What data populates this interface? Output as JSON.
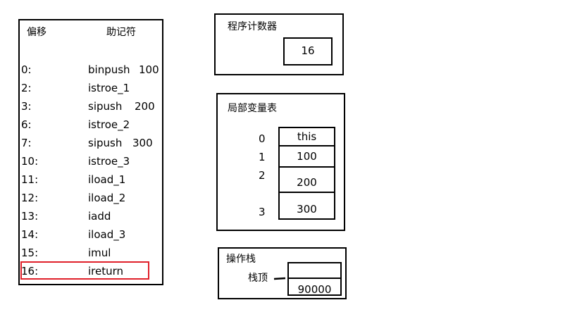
{
  "bytecode": {
    "header_offset": "偏移",
    "header_mnemonic": "助记符",
    "rows": [
      {
        "offset": "0:",
        "instr": "binpush",
        "arg": "100"
      },
      {
        "offset": "2:",
        "instr": "istroe_1",
        "arg": ""
      },
      {
        "offset": "3:",
        "instr": "sipush",
        "arg": "200"
      },
      {
        "offset": "6:",
        "instr": "istroe_2",
        "arg": ""
      },
      {
        "offset": "7:",
        "instr": "sipush",
        "arg": "300"
      },
      {
        "offset": "10:",
        "instr": "istroe_3",
        "arg": ""
      },
      {
        "offset": "11:",
        "instr": "iload_1",
        "arg": ""
      },
      {
        "offset": "12:",
        "instr": "iload_2",
        "arg": ""
      },
      {
        "offset": "13:",
        "instr": "iadd",
        "arg": ""
      },
      {
        "offset": "14:",
        "instr": "iload_3",
        "arg": ""
      },
      {
        "offset": "15:",
        "instr": "imul",
        "arg": ""
      },
      {
        "offset": "16:",
        "instr": "ireturn",
        "arg": ""
      }
    ],
    "highlight_color": "#e0202a"
  },
  "program_counter": {
    "title": "程序计数器",
    "value": "16"
  },
  "local_vars": {
    "title": "局部变量表",
    "slots": [
      {
        "index": "0",
        "value": "this"
      },
      {
        "index": "1",
        "value": "100"
      },
      {
        "index": "2",
        "value": "200"
      },
      {
        "index": "3",
        "value": "300"
      }
    ]
  },
  "operand_stack": {
    "title": "操作栈",
    "top_label": "栈顶",
    "top_value": "",
    "bottom_value": "90000"
  }
}
